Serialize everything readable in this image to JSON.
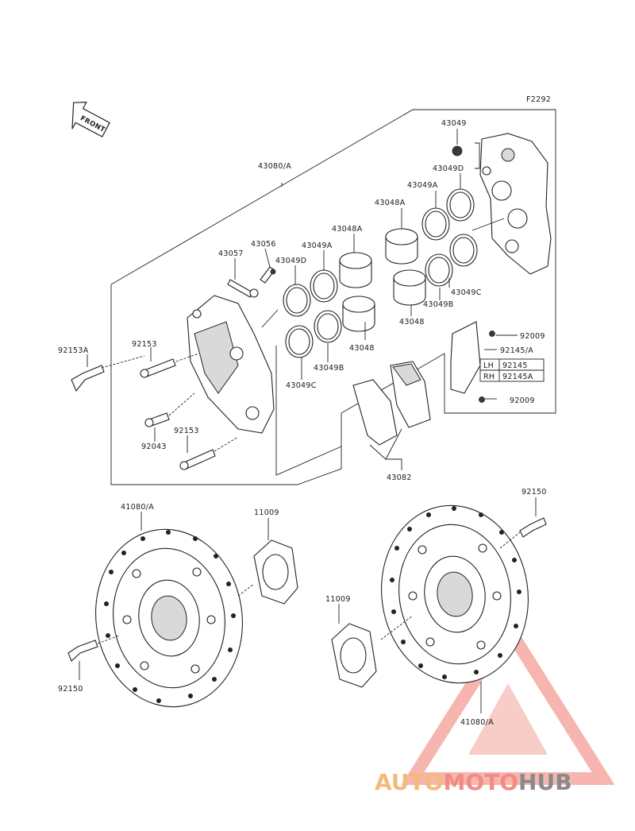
{
  "diagram": {
    "figure_code": "F2292",
    "front_label": "FRONT",
    "labels": {
      "l_43049_top": "43049",
      "l_43049D_r": "43049D",
      "l_43080A": "43080/A",
      "l_43049A_r": "43049A",
      "l_43048A_r": "43048A",
      "l_43048A_l": "43048A",
      "l_43056": "43056",
      "l_43049A_l": "43049A",
      "l_43057": "43057",
      "l_43049D_l": "43049D",
      "l_43049C_r": "43049C",
      "l_43049B_r": "43049B",
      "l_43048_r": "43048",
      "l_92009_a": "92009",
      "l_92153A": "92153A",
      "l_92153_a": "92153",
      "l_43048_l": "43048",
      "l_92145A": "92145/A",
      "l_43049B_l": "43049B",
      "l_43049C_l": "43049C",
      "l_92009_b": "92009",
      "l_92043": "92043",
      "l_92153_b": "92153",
      "l_43082": "43082",
      "l_41080A_l": "41080/A",
      "l_11009_a": "11009",
      "l_92150_r": "92150",
      "l_11009_b": "11009",
      "l_92150_l": "92150",
      "l_41080A_r": "41080/A"
    },
    "side_table": [
      {
        "side": "LH",
        "part": "92145"
      },
      {
        "side": "RH",
        "part": "92145A"
      }
    ]
  },
  "watermark": {
    "part1": "AUTO",
    "part2": "MOTO",
    "part3": "HUB",
    "color1": "#f5b97a",
    "color2": "#f08c84",
    "color3": "#8a8a8a"
  }
}
